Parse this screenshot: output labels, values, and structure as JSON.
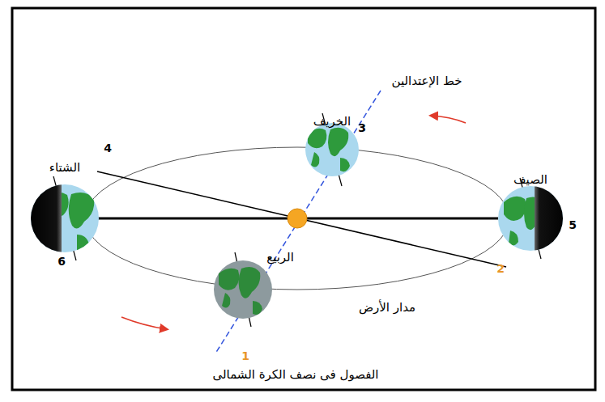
{
  "diagram": {
    "caption": "الفصول فى نصف الكرة الشمالى",
    "labels": [
      "خط الإعتدالين",
      "3",
      "الخريف",
      "4",
      "الشتاء",
      "الصيف",
      "5",
      "6",
      "الربيع",
      "2",
      "مدار الأرض",
      "1"
    ]
  }
}
